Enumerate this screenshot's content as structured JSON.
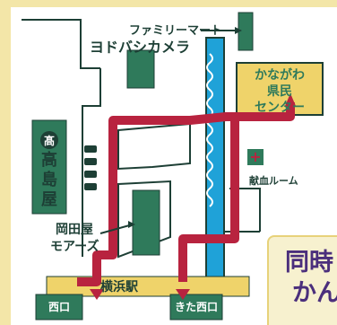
{
  "map": {
    "labels": {
      "family_mart": "ファミリーマート",
      "yodobashi": "ヨドバシカメラ",
      "kanagawa_line1": "かながわ",
      "kanagawa_line2": "県民",
      "kanagawa_line3": "センター",
      "takashimaya_mark": "髙",
      "takashimaya_1": "高",
      "takashimaya_2": "島",
      "takashimaya_3": "屋",
      "blood_room": "献血ルーム",
      "okadaya_line1": "岡田屋",
      "okadaya_line2": "モアーズ",
      "station": "横浜駅",
      "west_exit": "西口",
      "north_west_exit": "きた西口"
    },
    "notice": {
      "line1": "同時",
      "line2": "かん"
    },
    "colors": {
      "background": "#f3e6a8",
      "route": "#b8233f",
      "building": "#2f7a5b",
      "highlight": "#efd36a",
      "river": "#1fa2d8",
      "text": "#1d3f35"
    }
  }
}
